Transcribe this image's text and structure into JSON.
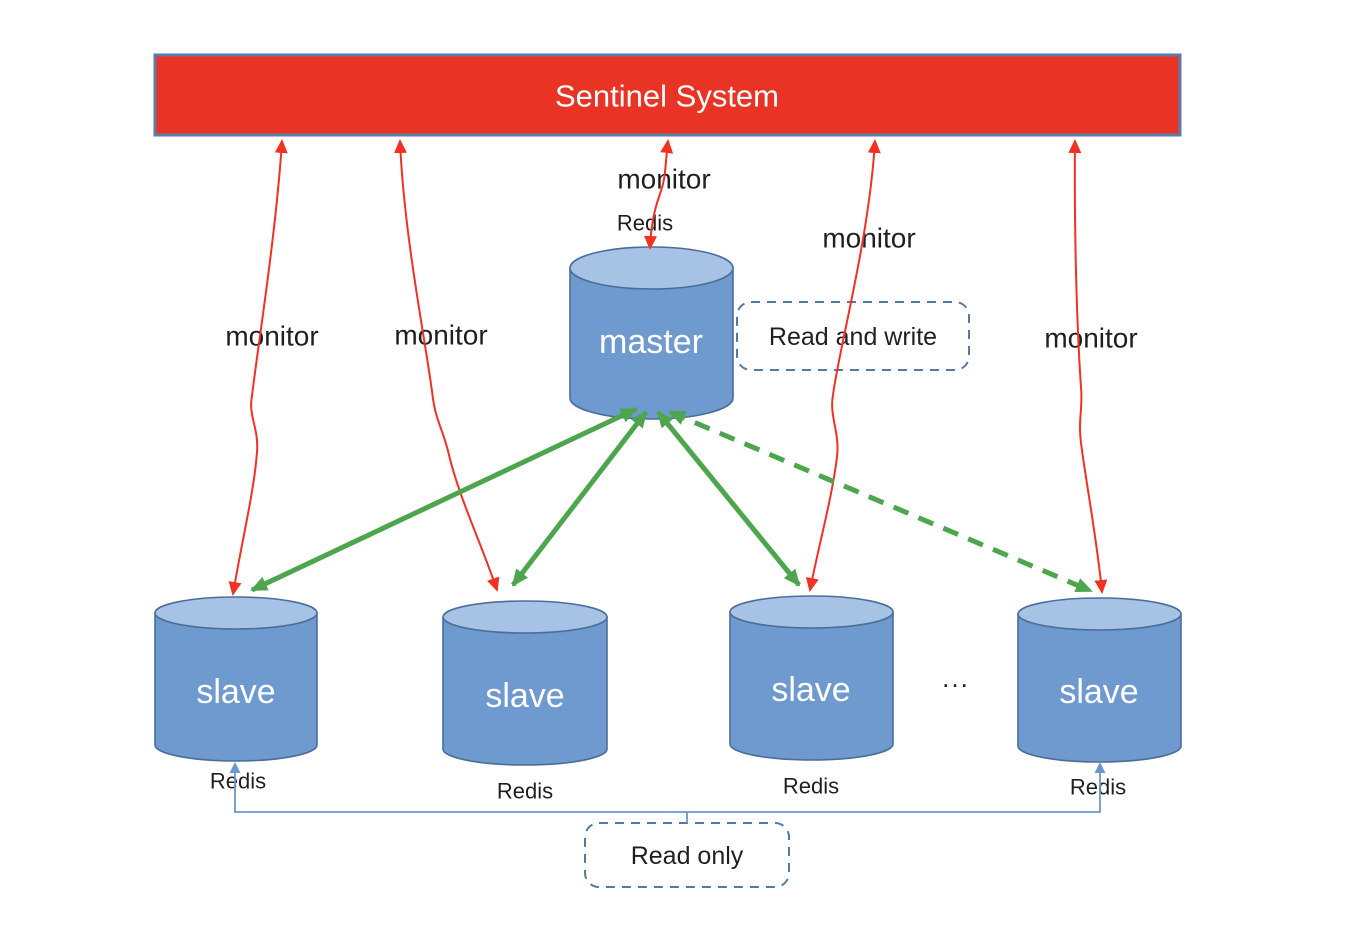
{
  "diagram": {
    "banner": {
      "title": "Sentinel System"
    },
    "master": {
      "label": "master",
      "redis": "Redis"
    },
    "slaves": [
      {
        "label": "slave",
        "redis": "Redis"
      },
      {
        "label": "slave",
        "redis": "Redis"
      },
      {
        "label": "slave",
        "redis": "Redis"
      },
      {
        "label": "slave",
        "redis": "Redis"
      }
    ],
    "ellipsis": "...",
    "monitor_labels": [
      "monitor",
      "monitor",
      "monitor",
      "monitor",
      "monitor"
    ],
    "annotations": {
      "read_write": "Read and write",
      "read_only": "Read only"
    }
  },
  "colors": {
    "banner-red": "#E93425",
    "banner-border": "#5B7CA8",
    "cylinder-body": "#6E9ACF",
    "cylinder-top": "#A6C3E6",
    "cylinder-stroke": "#4B6E99",
    "replication-green": "#4DA64E",
    "monitor-red": "#F03123",
    "readonly-blue": "#6C98CC",
    "dashed-box-border": "#54799E",
    "text-black": "#1F1F1F",
    "text-white": "#FFFFFF"
  }
}
